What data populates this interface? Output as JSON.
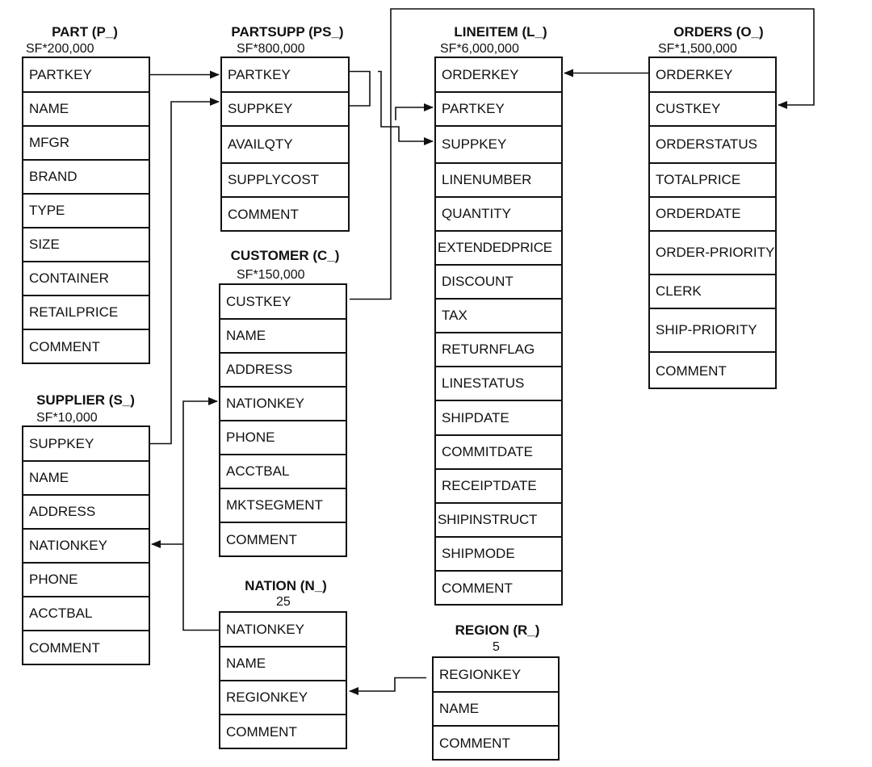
{
  "diagram": {
    "tables": [
      {
        "id": "part",
        "title": "PART (P_)",
        "sf": "SF*200,000",
        "columns": [
          "PARTKEY",
          "NAME",
          "MFGR",
          "BRAND",
          "TYPE",
          "SIZE",
          "CONTAINER",
          "RETAILPRICE",
          "COMMENT"
        ]
      },
      {
        "id": "partsupp",
        "title": "PARTSUPP (PS_)",
        "sf": "SF*800,000",
        "columns": [
          "PARTKEY",
          "SUPPKEY",
          "AVAILQTY",
          "SUPPLYCOST",
          "COMMENT"
        ]
      },
      {
        "id": "lineitem",
        "title": "LINEITEM (L_)",
        "sf": "SF*6,000,000",
        "columns": [
          "ORDERKEY",
          "PARTKEY",
          "SUPPKEY",
          "LINENUMBER",
          "QUANTITY",
          "EXTENDEDPRICE",
          "DISCOUNT",
          "TAX",
          "RETURNFLAG",
          "LINESTATUS",
          "SHIPDATE",
          "COMMITDATE",
          "RECEIPTDATE",
          "SHIPINSTRUCT",
          "SHIPMODE",
          "COMMENT"
        ]
      },
      {
        "id": "orders",
        "title": "ORDERS (O_)",
        "sf": "SF*1,500,000",
        "columns": [
          "ORDERKEY",
          "CUSTKEY",
          "ORDERSTATUS",
          "TOTALPRICE",
          "ORDERDATE",
          "ORDER-PRIORITY",
          "CLERK",
          "SHIP-PRIORITY",
          "COMMENT"
        ]
      },
      {
        "id": "customer",
        "title": "CUSTOMER (C_)",
        "sf": "SF*150,000",
        "columns": [
          "CUSTKEY",
          "NAME",
          "ADDRESS",
          "NATIONKEY",
          "PHONE",
          "ACCTBAL",
          "MKTSEGMENT",
          "COMMENT"
        ]
      },
      {
        "id": "supplier",
        "title": "SUPPLIER (S_)",
        "sf": "SF*10,000",
        "columns": [
          "SUPPKEY",
          "NAME",
          "ADDRESS",
          "NATIONKEY",
          "PHONE",
          "ACCTBAL",
          "COMMENT"
        ]
      },
      {
        "id": "nation",
        "title": "NATION (N_)",
        "sf": "25",
        "columns": [
          "NATIONKEY",
          "NAME",
          "REGIONKEY",
          "COMMENT"
        ]
      },
      {
        "id": "region",
        "title": "REGION (R_)",
        "sf": "5",
        "columns": [
          "REGIONKEY",
          "NAME",
          "COMMENT"
        ]
      }
    ],
    "relationships": [
      {
        "from": "part.PARTKEY",
        "to": "partsupp.PARTKEY"
      },
      {
        "from": "supplier.SUPPKEY",
        "to": "partsupp.SUPPKEY"
      },
      {
        "from": "partsupp.PARTKEY",
        "to": "lineitem.PARTKEY"
      },
      {
        "from": "partsupp.SUPPKEY",
        "to": "lineitem.SUPPKEY"
      },
      {
        "from": "orders.ORDERKEY",
        "to": "lineitem.ORDERKEY"
      },
      {
        "from": "customer.CUSTKEY",
        "to": "orders.CUSTKEY"
      },
      {
        "from": "nation.NATIONKEY",
        "to": "supplier.NATIONKEY"
      },
      {
        "from": "nation.NATIONKEY",
        "to": "customer.NATIONKEY"
      },
      {
        "from": "region.REGIONKEY",
        "to": "nation.REGIONKEY"
      }
    ]
  }
}
